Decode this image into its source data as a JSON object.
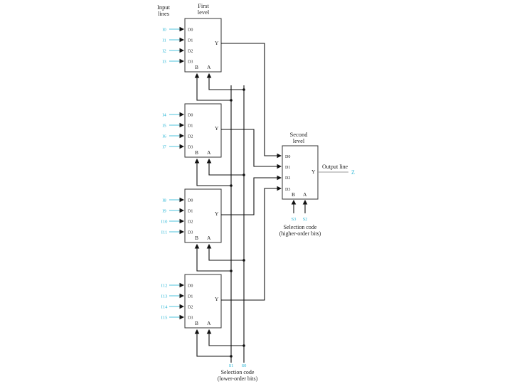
{
  "headers": {
    "input_lines": [
      "Input",
      "lines"
    ],
    "first_level": [
      "First",
      "level"
    ],
    "second_level": [
      "Second",
      "level"
    ]
  },
  "first_level_mux": [
    {
      "inputs": [
        "I0",
        "I1",
        "I2",
        "I3"
      ],
      "data_pins": [
        "D0",
        "D1",
        "D2",
        "D3"
      ],
      "output": "Y",
      "select_pins": [
        "B",
        "A"
      ]
    },
    {
      "inputs": [
        "I4",
        "I5",
        "I6",
        "I7"
      ],
      "data_pins": [
        "D0",
        "D1",
        "D2",
        "D3"
      ],
      "output": "Y",
      "select_pins": [
        "B",
        "A"
      ]
    },
    {
      "inputs": [
        "I8",
        "I9",
        "I10",
        "I11"
      ],
      "data_pins": [
        "D0",
        "D1",
        "D2",
        "D3"
      ],
      "output": "Y",
      "select_pins": [
        "B",
        "A"
      ]
    },
    {
      "inputs": [
        "I12",
        "I13",
        "I14",
        "I15"
      ],
      "data_pins": [
        "D0",
        "D1",
        "D2",
        "D3"
      ],
      "output": "Y",
      "select_pins": [
        "B",
        "A"
      ]
    }
  ],
  "second_level_mux": {
    "data_pins": [
      "D0",
      "D1",
      "D2",
      "D3"
    ],
    "output": "Y",
    "select_pins": [
      "B",
      "A"
    ],
    "select_inputs": [
      "S3",
      "S2"
    ],
    "output_label": "Output line",
    "output_signal": "Z"
  },
  "higher_selection": [
    "Selection code",
    "(higher-order bits)"
  ],
  "lower_selection": {
    "lines": [
      "S1",
      "S0"
    ],
    "caption": [
      "Selection code",
      "(lower-order bits)"
    ]
  },
  "colors": {
    "signal": "#29b6d6",
    "line": "#111111"
  }
}
